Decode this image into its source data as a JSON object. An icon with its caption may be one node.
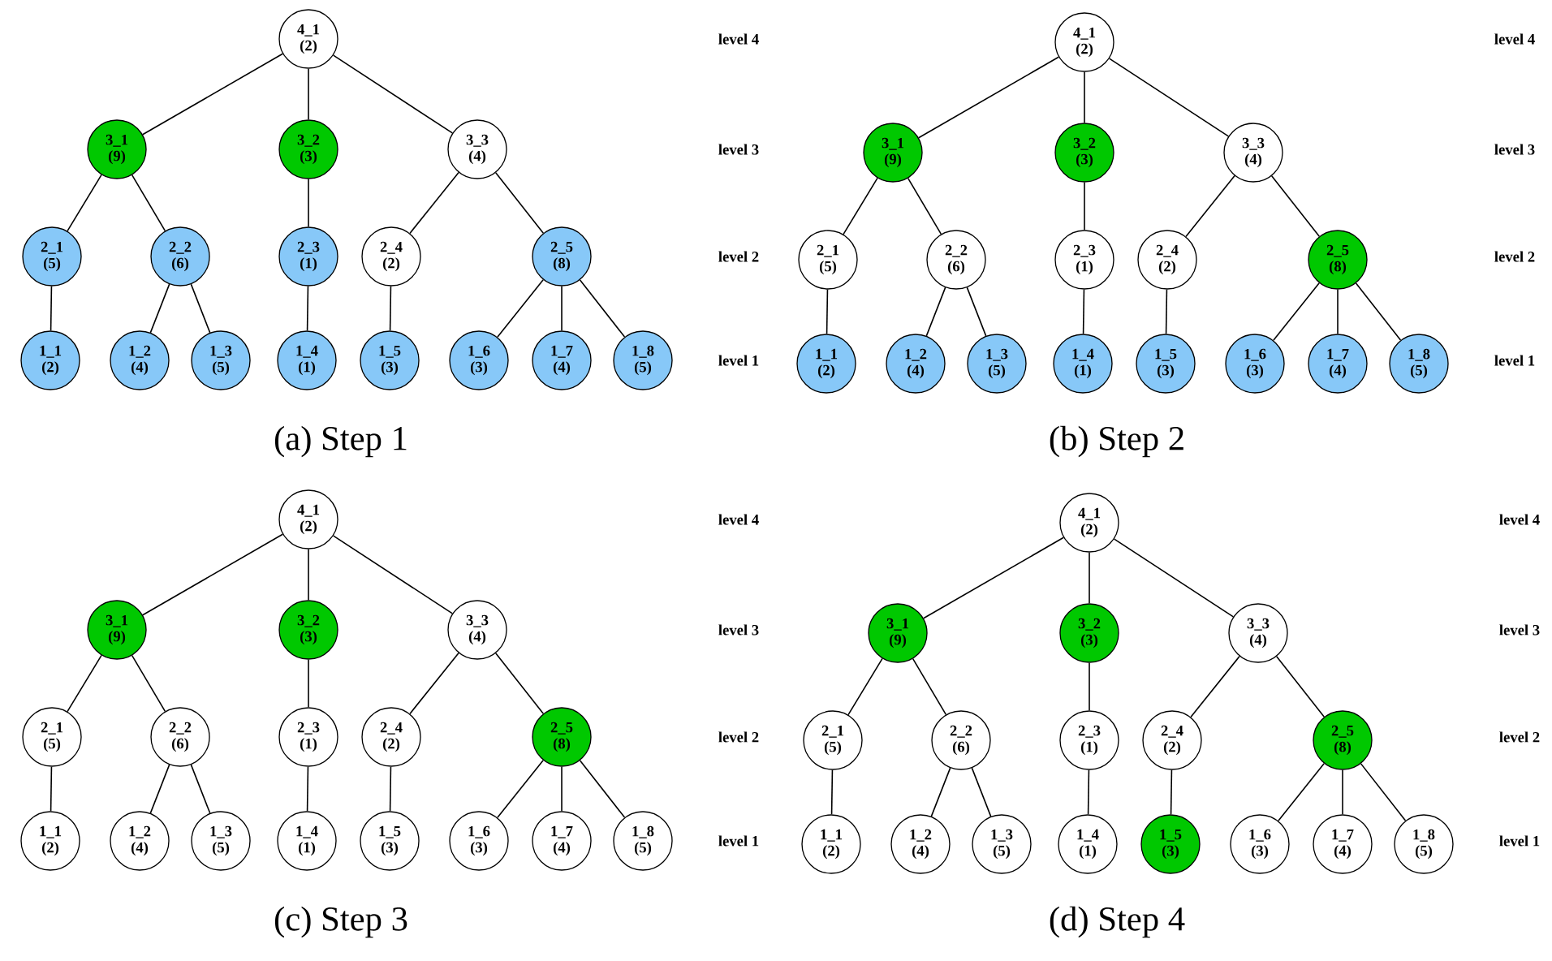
{
  "diagram": {
    "nodes": [
      {
        "text": [
          "4_1",
          "(2)"
        ]
      },
      {
        "text": [
          "3_1",
          "(9)"
        ]
      },
      {
        "text": [
          "3_2",
          "(3)"
        ]
      },
      {
        "text": [
          "3_3",
          "(4)"
        ]
      },
      {
        "text": [
          "2_1",
          "(5)"
        ]
      },
      {
        "text": [
          "2_2",
          "(6)"
        ]
      },
      {
        "text": [
          "2_3",
          "(1)"
        ]
      },
      {
        "text": [
          "2_4",
          "(2)"
        ]
      },
      {
        "text": [
          "2_5",
          "(8)"
        ]
      },
      {
        "text": [
          "1_1",
          "(2)"
        ]
      },
      {
        "text": [
          "1_2",
          "(4)"
        ]
      },
      {
        "text": [
          "1_3",
          "(5)"
        ]
      },
      {
        "text": [
          "1_4",
          "(1)"
        ]
      },
      {
        "text": [
          "1_5",
          "(3)"
        ]
      },
      {
        "text": [
          "1_6",
          "(3)"
        ]
      },
      {
        "text": [
          "1_7",
          "(4)"
        ]
      },
      {
        "text": [
          "1_8",
          "(5)"
        ]
      },
      {
        "text": [
          "4_1",
          "(2)"
        ]
      },
      {
        "text": [
          "3_1",
          "(9)"
        ]
      },
      {
        "text": [
          "3_2",
          "(3)"
        ]
      },
      {
        "text": [
          "3_3",
          "(4)"
        ]
      },
      {
        "text": [
          "2_1",
          "(5)"
        ]
      },
      {
        "text": [
          "2_2",
          "(6)"
        ]
      },
      {
        "text": [
          "2_3",
          "(1)"
        ]
      },
      {
        "text": [
          "2_4",
          "(2)"
        ]
      },
      {
        "text": [
          "2_5",
          "(8)"
        ]
      },
      {
        "text": [
          "1_1",
          "(2)"
        ]
      },
      {
        "text": [
          "1_2",
          "(4)"
        ]
      },
      {
        "text": [
          "1_3",
          "(5)"
        ]
      },
      {
        "text": [
          "1_4",
          "(1)"
        ]
      },
      {
        "text": [
          "1_5",
          "(3)"
        ]
      },
      {
        "text": [
          "1_6",
          "(3)"
        ]
      },
      {
        "text": [
          "1_7",
          "(4)"
        ]
      },
      {
        "text": [
          "1_8",
          "(5)"
        ]
      },
      {
        "text": [
          "4_1",
          "(2)"
        ]
      },
      {
        "text": [
          "3_1",
          "(9)"
        ]
      },
      {
        "text": [
          "3_2",
          "(3)"
        ]
      },
      {
        "text": [
          "3_3",
          "(4)"
        ]
      },
      {
        "text": [
          "2_1",
          "(5)"
        ]
      },
      {
        "text": [
          "2_2",
          "(6)"
        ]
      },
      {
        "text": [
          "2_3",
          "(1)"
        ]
      },
      {
        "text": [
          "2_4",
          "(2)"
        ]
      },
      {
        "text": [
          "2_5",
          "(8)"
        ]
      },
      {
        "text": [
          "1_1",
          "(2)"
        ]
      },
      {
        "text": [
          "1_2",
          "(4)"
        ]
      },
      {
        "text": [
          "1_3",
          "(5)"
        ]
      },
      {
        "text": [
          "1_4",
          "(1)"
        ]
      },
      {
        "text": [
          "1_5",
          "(3)"
        ]
      },
      {
        "text": [
          "1_6",
          "(3)"
        ]
      },
      {
        "text": [
          "1_7",
          "(4)"
        ]
      },
      {
        "text": [
          "1_8",
          "(5)"
        ]
      },
      {
        "text": [
          "4_1",
          "(2)"
        ]
      },
      {
        "text": [
          "3_1",
          "(9)"
        ]
      },
      {
        "text": [
          "3_2",
          "(3)"
        ]
      },
      {
        "text": [
          "3_3",
          "(4)"
        ]
      },
      {
        "text": [
          "2_1",
          "(5)"
        ]
      },
      {
        "text": [
          "2_2",
          "(6)"
        ]
      },
      {
        "text": [
          "2_3",
          "(1)"
        ]
      },
      {
        "text": [
          "2_4",
          "(2)"
        ]
      },
      {
        "text": [
          "2_5",
          "(8)"
        ]
      },
      {
        "text": [
          "1_1",
          "(2)"
        ]
      },
      {
        "text": [
          "1_2",
          "(4)"
        ]
      },
      {
        "text": [
          "1_3",
          "(5)"
        ]
      },
      {
        "text": [
          "1_4",
          "(1)"
        ]
      },
      {
        "text": [
          "1_5",
          "(3)"
        ]
      },
      {
        "text": [
          "1_6",
          "(3)"
        ]
      },
      {
        "text": [
          "1_7",
          "(4)"
        ]
      },
      {
        "text": [
          "1_8",
          "(5)"
        ]
      }
    ],
    "edges": [
      {
        "from": 0,
        "to": 1,
        "arrow": "none"
      },
      {
        "from": 0,
        "to": 2,
        "arrow": "none"
      },
      {
        "from": 0,
        "to": 3,
        "arrow": "none"
      },
      {
        "from": 1,
        "to": 4,
        "arrow": "none"
      },
      {
        "from": 1,
        "to": 5,
        "arrow": "none"
      },
      {
        "from": 2,
        "to": 6,
        "arrow": "none"
      },
      {
        "from": 3,
        "to": 7,
        "arrow": "none"
      },
      {
        "from": 3,
        "to": 8,
        "arrow": "none"
      },
      {
        "from": 4,
        "to": 9,
        "arrow": "none"
      },
      {
        "from": 5,
        "to": 10,
        "arrow": "none"
      },
      {
        "from": 5,
        "to": 11,
        "arrow": "none"
      },
      {
        "from": 6,
        "to": 12,
        "arrow": "none"
      },
      {
        "from": 7,
        "to": 13,
        "arrow": "none"
      },
      {
        "from": 8,
        "to": 14,
        "arrow": "none"
      },
      {
        "from": 8,
        "to": 15,
        "arrow": "none"
      },
      {
        "from": 8,
        "to": 16,
        "arrow": "none"
      },
      {
        "from": 17,
        "to": 18,
        "arrow": "none"
      },
      {
        "from": 17,
        "to": 19,
        "arrow": "none"
      },
      {
        "from": 17,
        "to": 20,
        "arrow": "none"
      },
      {
        "from": 18,
        "to": 21,
        "arrow": "none"
      },
      {
        "from": 18,
        "to": 22,
        "arrow": "none"
      },
      {
        "from": 19,
        "to": 23,
        "arrow": "none"
      },
      {
        "from": 20,
        "to": 24,
        "arrow": "none"
      },
      {
        "from": 20,
        "to": 25,
        "arrow": "none"
      },
      {
        "from": 21,
        "to": 26,
        "arrow": "none"
      },
      {
        "from": 22,
        "to": 27,
        "arrow": "none"
      },
      {
        "from": 22,
        "to": 28,
        "arrow": "none"
      },
      {
        "from": 23,
        "to": 29,
        "arrow": "none"
      },
      {
        "from": 24,
        "to": 30,
        "arrow": "none"
      },
      {
        "from": 25,
        "to": 31,
        "arrow": "none"
      },
      {
        "from": 25,
        "to": 32,
        "arrow": "none"
      },
      {
        "from": 25,
        "to": 33,
        "arrow": "none"
      },
      {
        "from": 34,
        "to": 35,
        "arrow": "none"
      },
      {
        "from": 34,
        "to": 36,
        "arrow": "none"
      },
      {
        "from": 34,
        "to": 37,
        "arrow": "none"
      },
      {
        "from": 35,
        "to": 38,
        "arrow": "none"
      },
      {
        "from": 35,
        "to": 39,
        "arrow": "none"
      },
      {
        "from": 36,
        "to": 40,
        "arrow": "none"
      },
      {
        "from": 37,
        "to": 41,
        "arrow": "none"
      },
      {
        "from": 37,
        "to": 42,
        "arrow": "none"
      },
      {
        "from": 38,
        "to": 43,
        "arrow": "none"
      },
      {
        "from": 39,
        "to": 44,
        "arrow": "none"
      },
      {
        "from": 39,
        "to": 45,
        "arrow": "none"
      },
      {
        "from": 40,
        "to": 46,
        "arrow": "none"
      },
      {
        "from": 41,
        "to": 47,
        "arrow": "none"
      },
      {
        "from": 42,
        "to": 48,
        "arrow": "none"
      },
      {
        "from": 42,
        "to": 49,
        "arrow": "none"
      },
      {
        "from": 42,
        "to": 50,
        "arrow": "none"
      },
      {
        "from": 51,
        "to": 52,
        "arrow": "none"
      },
      {
        "from": 51,
        "to": 53,
        "arrow": "none"
      },
      {
        "from": 51,
        "to": 54,
        "arrow": "none"
      },
      {
        "from": 52,
        "to": 55,
        "arrow": "none"
      },
      {
        "from": 52,
        "to": 56,
        "arrow": "none"
      },
      {
        "from": 53,
        "to": 57,
        "arrow": "none"
      },
      {
        "from": 54,
        "to": 58,
        "arrow": "none"
      },
      {
        "from": 54,
        "to": 59,
        "arrow": "none"
      },
      {
        "from": 55,
        "to": 60,
        "arrow": "none"
      },
      {
        "from": 56,
        "to": 61,
        "arrow": "none"
      },
      {
        "from": 56,
        "to": 62,
        "arrow": "none"
      },
      {
        "from": 57,
        "to": 63,
        "arrow": "none"
      },
      {
        "from": 58,
        "to": 64,
        "arrow": "none"
      },
      {
        "from": 59,
        "to": 65,
        "arrow": "none"
      },
      {
        "from": 59,
        "to": 66,
        "arrow": "none"
      },
      {
        "from": 59,
        "to": 67,
        "arrow": "none"
      }
    ],
    "labels": [
      "level 4",
      "level 3",
      "level 2",
      "level 1",
      "level 4",
      "level 3",
      "level 2",
      "level 1",
      "(a) Step 1",
      "(b) Step 2",
      "level 4",
      "level 3",
      "level 2",
      "level 1",
      "level 4",
      "level 3",
      "level 2",
      "level 1",
      "(c) Step 3",
      "(d) Step 4"
    ]
  }
}
